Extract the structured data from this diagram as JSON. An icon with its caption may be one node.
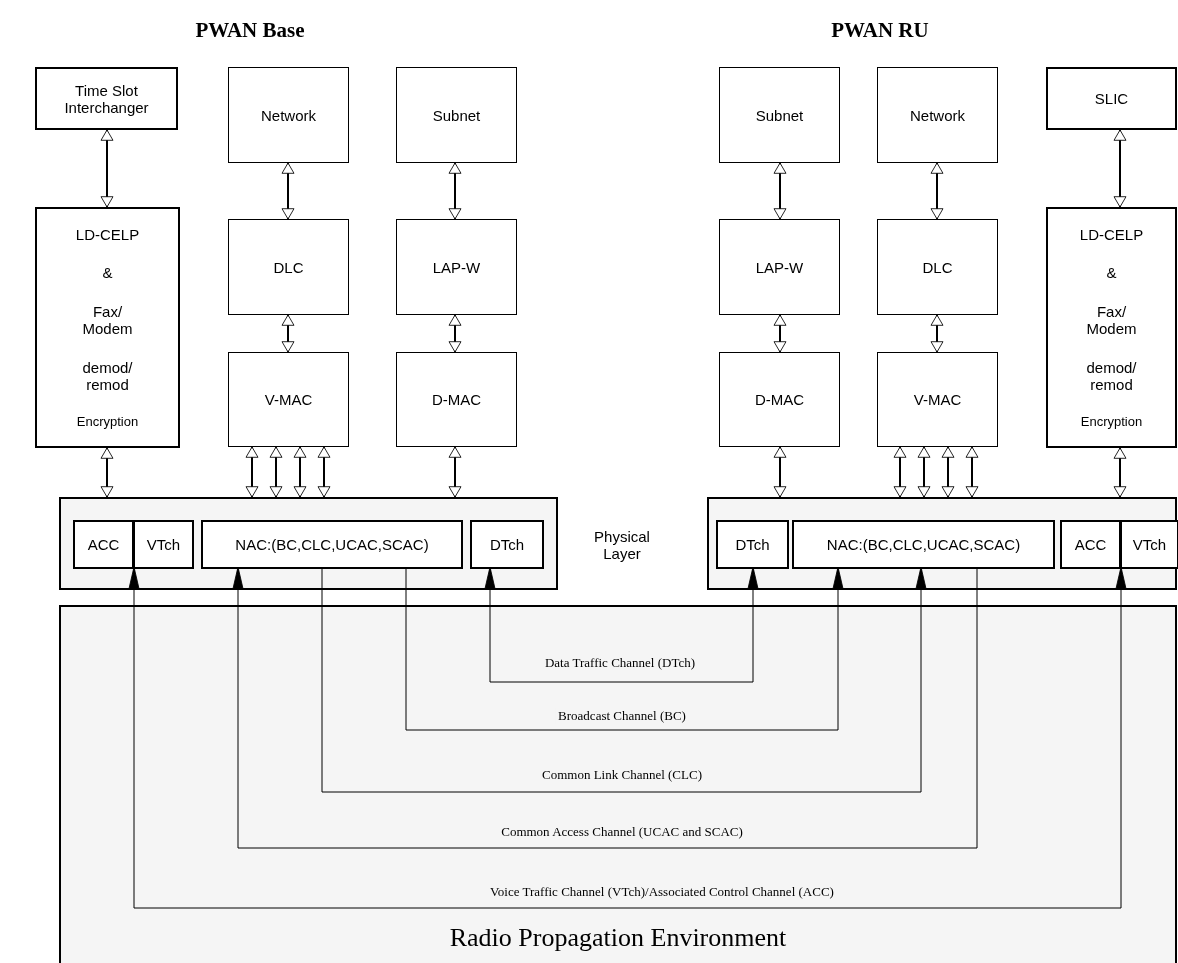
{
  "diagram": {
    "nodes": [
      {
        "text": [
          "Time Slot Interchanger"
        ]
      },
      {
        "text": [
          "LD-CELP",
          "&",
          "Fax/ Modem",
          "demod/ remod",
          "Encryption"
        ]
      },
      {
        "text": [
          "Network"
        ]
      },
      {
        "text": [
          "DLC"
        ]
      },
      {
        "text": [
          "V-MAC"
        ]
      },
      {
        "text": [
          "Subnet"
        ]
      },
      {
        "text": [
          "LAP-W"
        ]
      },
      {
        "text": [
          "D-MAC"
        ]
      },
      {
        "text": [],
        "shape": "box"
      },
      {
        "text": [
          "ACC"
        ],
        "in": 8
      },
      {
        "text": [
          "VTch"
        ],
        "in": 8
      },
      {
        "text": [
          "NAC:(BC,CLC,UCAC,SCAC)"
        ],
        "in": 8
      },
      {
        "text": [
          "DTch"
        ],
        "in": 8
      },
      {
        "text": [
          "Subnet"
        ]
      },
      {
        "text": [
          "Network"
        ]
      },
      {
        "text": [
          "SLIC"
        ]
      },
      {
        "text": [
          "LAP-W"
        ]
      },
      {
        "text": [
          "DLC"
        ]
      },
      {
        "text": [
          "LD-CELP",
          "&",
          "Fax/ Modem",
          "demod/ remod",
          "Encryption"
        ]
      },
      {
        "text": [
          "D-MAC"
        ]
      },
      {
        "text": [
          "V-MAC"
        ]
      },
      {
        "text": [],
        "shape": "box"
      },
      {
        "text": [
          "DTch"
        ],
        "in": 21
      },
      {
        "text": [
          "NAC:(BC,CLC,UCAC,SCAC)"
        ],
        "in": 21
      },
      {
        "text": [
          "ACC"
        ],
        "in": 21
      },
      {
        "text": [
          "VTch"
        ],
        "in": 21
      }
    ],
    "edges": [
      {
        "from": 0,
        "to": 1,
        "arrow": "both"
      },
      {
        "from": 2,
        "to": 3,
        "arrow": "both"
      },
      {
        "from": 5,
        "to": 6,
        "arrow": "both"
      },
      {
        "from": 3,
        "to": 4,
        "arrow": "both"
      },
      {
        "from": 6,
        "to": 7,
        "arrow": "both"
      },
      {
        "from": 1,
        "to": 8,
        "arrow": "both"
      },
      {
        "from": 4,
        "to": 8,
        "arrow": "both"
      },
      {
        "from": 4,
        "to": 8,
        "arrow": "both"
      },
      {
        "from": 4,
        "to": 8,
        "arrow": "both"
      },
      {
        "from": 4,
        "to": 8,
        "arrow": "both"
      },
      {
        "from": 7,
        "to": 8,
        "arrow": "both"
      },
      {
        "from": 13,
        "to": 16,
        "arrow": "both"
      },
      {
        "from": 14,
        "to": 17,
        "arrow": "both"
      },
      {
        "from": 15,
        "to": 18,
        "arrow": "both"
      },
      {
        "from": 16,
        "to": 19,
        "arrow": "both"
      },
      {
        "from": 17,
        "to": 20,
        "arrow": "both"
      },
      {
        "from": 19,
        "to": 21,
        "arrow": "both"
      },
      {
        "from": 20,
        "to": 21,
        "arrow": "both"
      },
      {
        "from": 20,
        "to": 21,
        "arrow": "both"
      },
      {
        "from": 20,
        "to": 21,
        "arrow": "both"
      },
      {
        "from": 20,
        "to": 21,
        "arrow": "both"
      },
      {
        "from": 18,
        "to": 21,
        "arrow": "both"
      },
      {
        "from": 12,
        "to": 22,
        "arrow": "both",
        "label": "Data Traffic Channel (DTch)"
      },
      {
        "from": 11,
        "to": 23,
        "arrow": "to",
        "label": "Broadcast Channel (BC)"
      },
      {
        "from": 11,
        "to": 23,
        "arrow": "to",
        "label": "Common Link Channel (CLC)"
      },
      {
        "from": 23,
        "to": 11,
        "arrow": "to",
        "label": "Common Access Channel (UCAC and SCAC)"
      },
      {
        "from": 10,
        "to": 25,
        "arrow": "both",
        "label": "Voice Traffic Channel (VTch)/Associated Control Channel (ACC)"
      }
    ],
    "labels": [
      "PWAN Base",
      "PWAN RU",
      "Physical Layer",
      "Radio Propagation Environment"
    ]
  }
}
